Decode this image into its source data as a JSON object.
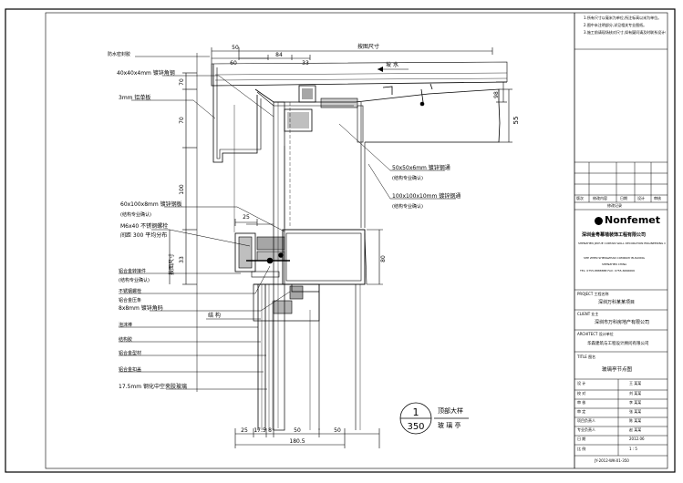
{
  "dims": {
    "top_50": "50",
    "top_60": "60",
    "top_84": "84",
    "top_33": "33",
    "top_span": "按图尺寸",
    "right_98": "98",
    "right_55": "55",
    "left_70a": "70",
    "left_70b": "70",
    "left_100": "100",
    "left_label": "按图尺寸",
    "left_33": "33",
    "mid_25": "25",
    "mid_80": "80",
    "bot_25": "25",
    "bot_175": "17.5",
    "bot_8": "8",
    "bot_50a": "50",
    "bot_50b": "50",
    "bot_total": "180.5",
    "slope": "坡 水"
  },
  "callouts": {
    "c1": "防水密封胶",
    "c2": "40x40x4mm 镀锌角钢",
    "c3": "3mm 铝单板",
    "c4": "50x50x6mm 镀锌钢通",
    "c4b": "(结构专业确认)",
    "c5": "100x100x10mm 镀锌钢通",
    "c5b": "(结构专业确认)",
    "c6": "60x100x8mm 镀锌钢板",
    "c6b": "(结构专业确认)",
    "c7": "M6x40 不锈钢螺栓",
    "c7b": "间距 300 平均分布",
    "c8": "铝合金转接件",
    "c8b": "(结构专业确认)",
    "c9": "不锈钢螺栓",
    "c10": "铝合金压条",
    "c11": "8x8mm 镀锌角码",
    "c12": "泡沫棒",
    "c13": "结构胶",
    "c14": "铝合金型材",
    "c15": "铝合金扣盖",
    "c16": "17.5mm 钢化中空夹胶玻璃",
    "mid_note": "结 构"
  },
  "marker": {
    "number": "1",
    "scale": "350",
    "title": "顶部大样",
    "subtitle": "玻 璃 亭"
  },
  "title_block": {
    "notes": [
      "1.所有尺寸以毫米为单位,所注标高以米为单位。",
      "2.图中未注明部分,详见相关专业图纸。",
      "3.施工前请现场核对尺寸,如有疑问请及时联系设计单位。"
    ],
    "rev_headers": [
      "版次",
      "修改内容",
      "日期",
      "设计",
      "审核"
    ],
    "rev_label": "修改记录",
    "company_logo": "Nonfemet",
    "company_cn": "深圳金粤幕墙装饰工程有限公司",
    "company_en1": "SHENZHEN JINYUE CURTAIN WALL DECORATION ENGINEERING CO.,LTD",
    "company_en2": "SHE ZHEN SHENGZHAN COMPANY BUILDING",
    "company_en3": "SHENZHEN CHINA",
    "company_tel": "TEL: 0755-8888888   FAX: 0755-6666666",
    "project_label": "PROJECT 工程名称",
    "project_name": "深圳万科某某项目",
    "client_label": "CLIENT 业主",
    "client_name": "深圳市万科房地产有限公司",
    "architect_label": "ARCHITECT 设计单位",
    "architect_name": "华森建筑与工程设计顾问有限公司",
    "title_label": "TITLE 图名",
    "title_name": "玻璃亭节点图",
    "info_rows": [
      [
        "设 计",
        "王 某某"
      ],
      [
        "校 对",
        "刘 某某"
      ],
      [
        "审 核",
        "李 某某"
      ],
      [
        "审 定",
        "张 某某"
      ],
      [
        "项目负责人",
        "陈 某某"
      ],
      [
        "专业负责人",
        "赵 某某"
      ],
      [
        "日 期",
        "2012.06"
      ],
      [
        "比 例",
        "1 : 5"
      ]
    ],
    "drawing_no": "JY-2012-WK-01-350"
  }
}
